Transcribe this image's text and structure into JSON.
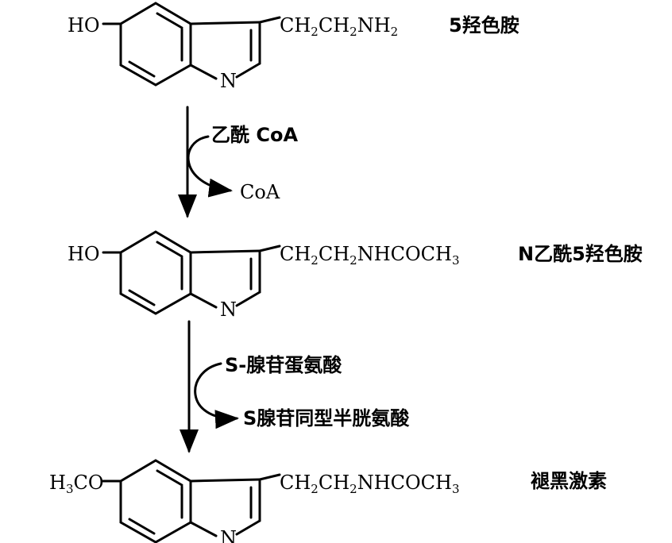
{
  "compounds": [
    {
      "substituent_left": "HO",
      "side_chain": [
        "CH",
        "2",
        "CH",
        "2",
        "NH",
        "2"
      ],
      "name": "5羟色胺"
    },
    {
      "substituent_left": "HO",
      "side_chain": [
        "CH",
        "2",
        "CH",
        "2",
        "NHCOCH",
        "3"
      ],
      "name": "N乙酰5羟色胺"
    },
    {
      "substituent_left_parts": [
        "H",
        "3",
        "CO"
      ],
      "side_chain": [
        "CH",
        "2",
        "CH",
        "2",
        "NHCOCH",
        "3"
      ],
      "name": "褪黑激素"
    }
  ],
  "ring_atom": "N",
  "steps": [
    {
      "cosubstrate_in": "乙酰 CoA",
      "cosubstrate_out": "CoA"
    },
    {
      "cosubstrate_in": "S-腺苷蛋氨酸",
      "cosubstrate_out": "S腺苷同型半胱氨酸"
    }
  ]
}
